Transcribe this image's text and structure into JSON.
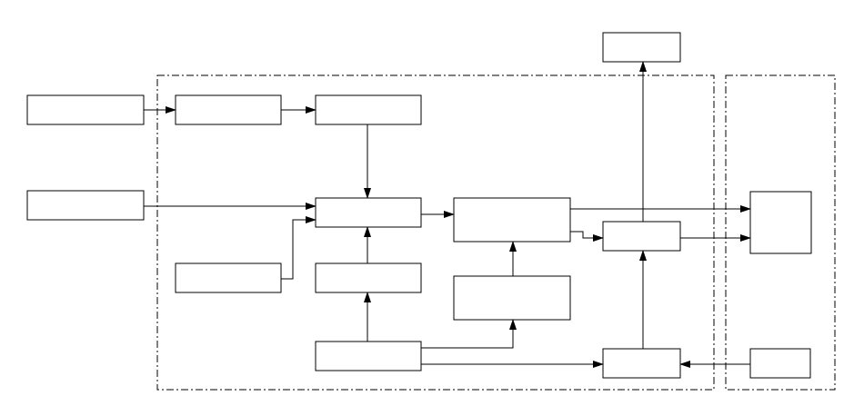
{
  "diagram": {
    "type": "block-diagram",
    "colors": {
      "stroke": "#000000",
      "background": "#ffffff"
    },
    "regions": [
      {
        "id": "region-main",
        "style": "dash-dot"
      },
      {
        "id": "region-right",
        "style": "dash-dot"
      }
    ],
    "blocks": [
      {
        "id": "top-output",
        "label": ""
      },
      {
        "id": "input-a",
        "label": ""
      },
      {
        "id": "stage-a1",
        "label": ""
      },
      {
        "id": "stage-a2",
        "label": ""
      },
      {
        "id": "input-b",
        "label": ""
      },
      {
        "id": "combiner",
        "label": ""
      },
      {
        "id": "processor",
        "label": ""
      },
      {
        "id": "switch",
        "label": ""
      },
      {
        "id": "output-device",
        "label": ""
      },
      {
        "id": "side-input",
        "label": ""
      },
      {
        "id": "feedback-unit",
        "label": ""
      },
      {
        "id": "aux-unit",
        "label": ""
      },
      {
        "id": "control-unit",
        "label": ""
      },
      {
        "id": "driver-unit",
        "label": ""
      },
      {
        "id": "external-input",
        "label": ""
      }
    ],
    "connections": [
      {
        "from": "input-a",
        "to": "stage-a1"
      },
      {
        "from": "stage-a1",
        "to": "stage-a2"
      },
      {
        "from": "stage-a2",
        "to": "combiner"
      },
      {
        "from": "input-b",
        "to": "combiner"
      },
      {
        "from": "side-input",
        "to": "combiner"
      },
      {
        "from": "feedback-unit",
        "to": "combiner"
      },
      {
        "from": "control-unit",
        "to": "feedback-unit"
      },
      {
        "from": "combiner",
        "to": "processor"
      },
      {
        "from": "aux-unit",
        "to": "processor"
      },
      {
        "from": "control-unit",
        "to": "aux-unit"
      },
      {
        "from": "control-unit",
        "to": "driver-unit"
      },
      {
        "from": "processor",
        "to": "switch"
      },
      {
        "from": "processor",
        "to": "output-device"
      },
      {
        "from": "switch",
        "to": "output-device"
      },
      {
        "from": "switch",
        "to": "top-output"
      },
      {
        "from": "driver-unit",
        "to": "switch"
      },
      {
        "from": "external-input",
        "to": "driver-unit"
      }
    ]
  }
}
